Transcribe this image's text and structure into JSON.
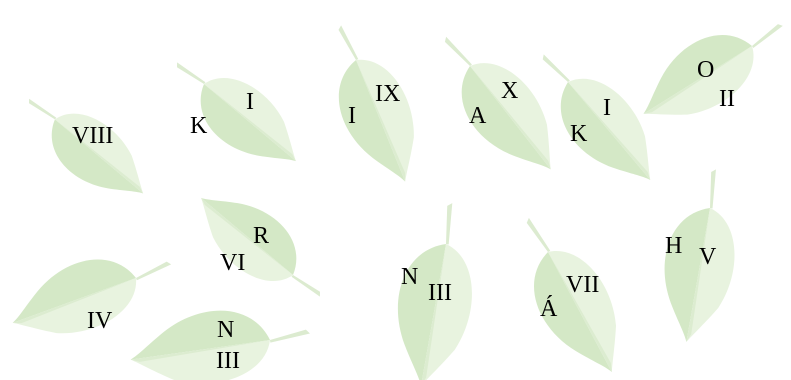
{
  "colors": {
    "leaf_dark": "#d4e8c6",
    "leaf_light": "#e8f3df",
    "text": "#000000"
  },
  "leaves": [
    {
      "id": "viii",
      "labels": [
        "VIII"
      ]
    },
    {
      "id": "k-i-1",
      "labels": [
        "K",
        "I"
      ]
    },
    {
      "id": "i-ix",
      "labels": [
        "I",
        "IX"
      ]
    },
    {
      "id": "a-x",
      "labels": [
        "A",
        "X"
      ]
    },
    {
      "id": "k-i-2",
      "labels": [
        "K",
        "I"
      ]
    },
    {
      "id": "o-ii",
      "labels": [
        "O",
        "II"
      ]
    },
    {
      "id": "r-vi",
      "labels": [
        "R",
        "VI"
      ]
    },
    {
      "id": "n-iii-1",
      "labels": [
        "N",
        "III"
      ]
    },
    {
      "id": "a-vii",
      "labels": [
        "Á",
        "VII"
      ]
    },
    {
      "id": "h-v",
      "labels": [
        "H",
        "V"
      ]
    },
    {
      "id": "iv",
      "labels": [
        "IV"
      ]
    },
    {
      "id": "n-iii-2",
      "labels": [
        "N",
        "III"
      ]
    }
  ]
}
